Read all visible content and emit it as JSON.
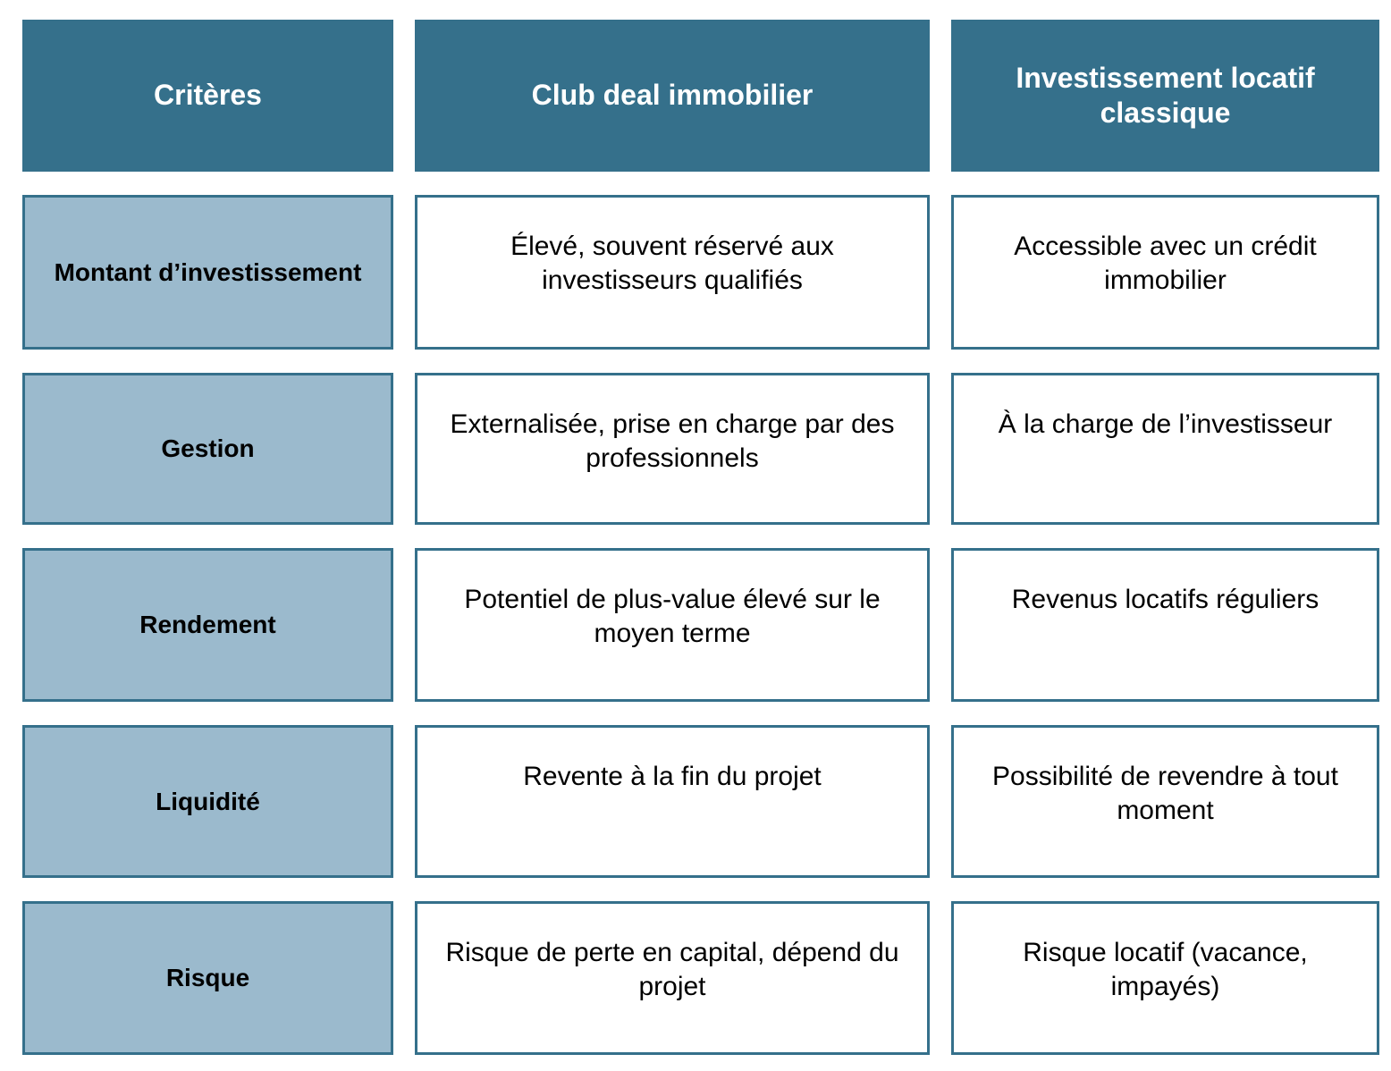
{
  "table": {
    "columns": [
      {
        "key": "criteres",
        "label": "Critères"
      },
      {
        "key": "club_deal",
        "label": "Club deal immobilier"
      },
      {
        "key": "locatif",
        "label": "Investissement locatif classique"
      }
    ],
    "rows": [
      {
        "criterion": "Montant d’investissement",
        "club_deal": "Élevé, souvent réservé aux investisseurs qualifiés",
        "locatif": "Accessible avec un crédit immobilier"
      },
      {
        "criterion": "Gestion",
        "club_deal": "Externalisée, prise en charge par des professionnels",
        "locatif": "À la charge de l’investisseur"
      },
      {
        "criterion": "Rendement",
        "club_deal": "Potentiel de plus-value élevé sur le moyen terme",
        "locatif": "Revenus locatifs réguliers"
      },
      {
        "criterion": "Liquidité",
        "club_deal": "Revente à la fin du projet",
        "locatif": "Possibilité de revendre à tout moment"
      },
      {
        "criterion": "Risque",
        "club_deal": "Risque de perte en capital, dépend du projet",
        "locatif": "Risque locatif (vacance, impayés)"
      }
    ]
  },
  "colors": {
    "header_fill": "#35708B",
    "header_text": "#FFFFFF",
    "criteria_fill": "#9BBACD",
    "cell_border": "#35708B",
    "cell_fill": "#FFFFFF",
    "body_text": "#000000",
    "page_background": "#FFFFFF"
  }
}
